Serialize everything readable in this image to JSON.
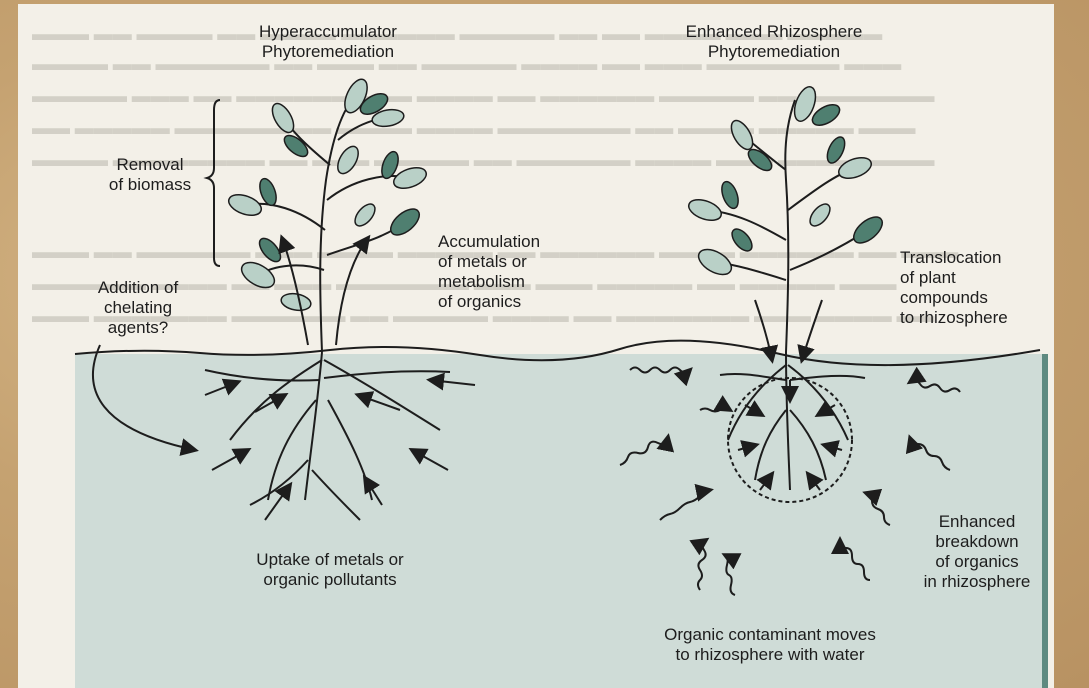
{
  "labels": {
    "hyper_line1": "Hyperaccumulator",
    "hyper_line2": "Phytoremediation",
    "rhizo_line1": "Enhanced Rhizosphere",
    "rhizo_line2": "Phytoremediation",
    "removal_line1": "Removal",
    "removal_line2": "of biomass",
    "addition_line1": "Addition of",
    "addition_line2": "chelating",
    "addition_line3": "agents?",
    "accum_line1": "Accumulation",
    "accum_line2": "of metals or",
    "accum_line3": "metabolism",
    "accum_line4": "of organics",
    "transloc_line1": "Translocation",
    "transloc_line2": "of plant",
    "transloc_line3": "compounds",
    "transloc_line4": "to rhizosphere",
    "uptake_line1": "Uptake of metals or",
    "uptake_line2": "organic pollutants",
    "breakdown_line1": "Enhanced",
    "breakdown_line2": "breakdown",
    "breakdown_line3": "of organics",
    "breakdown_line4": "in rhizosphere",
    "moves_line1": "Organic contaminant moves",
    "moves_line2": "to rhizosphere with water"
  },
  "colors": {
    "background": "#c9a877",
    "page": "#f3f0e8",
    "soil": "#cfdcd7",
    "soil_edge": "#5e8a80",
    "leaf_light": "#b9d0c7",
    "leaf_dark": "#4f7f70",
    "ink": "#1d1d1d"
  }
}
